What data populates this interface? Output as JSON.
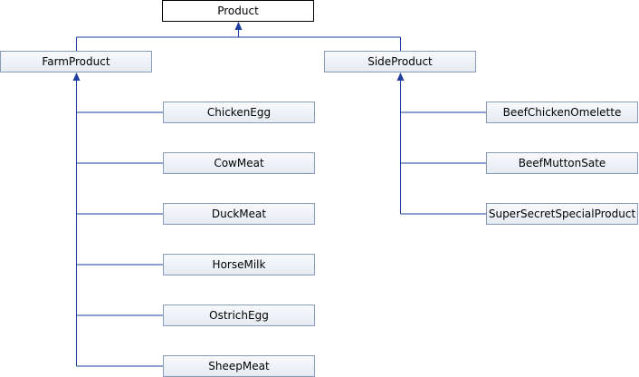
{
  "diagram": {
    "root": {
      "label": "Product"
    },
    "branches": [
      {
        "label": "FarmProduct",
        "children": [
          "ChickenEgg",
          "CowMeat",
          "DuckMeat",
          "HorseMilk",
          "OstrichEgg",
          "SheepMeat"
        ]
      },
      {
        "label": "SideProduct",
        "children": [
          "BeefChickenOmelette",
          "BeefMuttonSate",
          "SuperSecretSpecialProduct"
        ]
      }
    ]
  }
}
